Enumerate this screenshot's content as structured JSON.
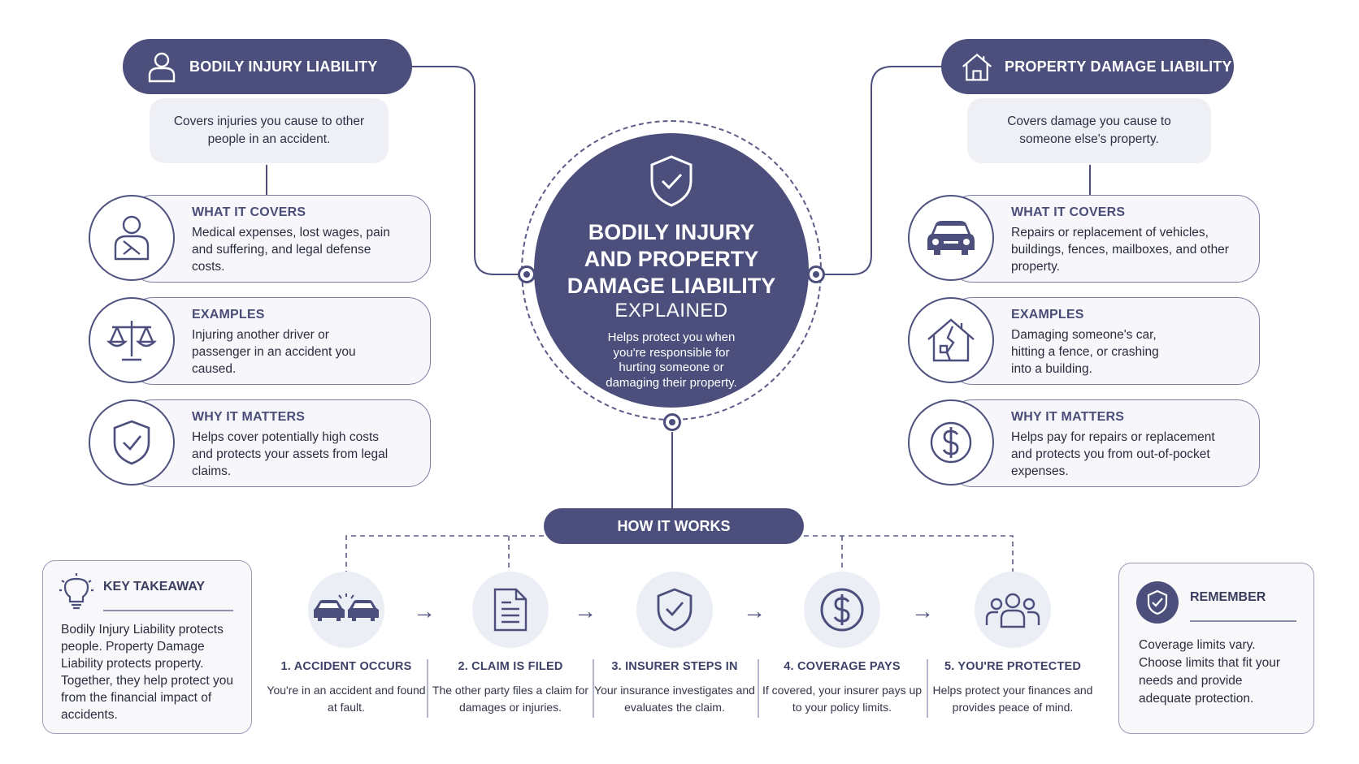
{
  "center": {
    "title_lines": [
      "BODILY INJURY",
      "AND PROPERTY",
      "DAMAGE LIABILITY"
    ],
    "subtitle": "EXPLAINED",
    "description": "Helps protect you when you're responsible for hurting someone or damaging their property.",
    "icon": "shield-check-icon"
  },
  "bodily": {
    "title": "BODILY INJURY LIABILITY",
    "icon": "person-icon",
    "description": "Covers injuries you cause to other people in an accident.",
    "cards": [
      {
        "title": "WHAT IT COVERS",
        "body": "Medical expenses, lost wages, pain and suffering, and legal defense costs.",
        "icon": "injured-person-icon"
      },
      {
        "title": "EXAMPLES",
        "body": "Injuring another driver or passenger in an accident you caused.",
        "icon": "scales-icon"
      },
      {
        "title": "WHY IT MATTERS",
        "body": "Helps cover potentially high costs and protects your assets from legal claims.",
        "icon": "shield-check-icon"
      }
    ]
  },
  "property": {
    "title": "PROPERTY DAMAGE LIABILITY",
    "icon": "house-icon",
    "description": "Covers damage you cause to someone else's property.",
    "cards": [
      {
        "title": "WHAT IT COVERS",
        "body": "Repairs or replacement of vehicles, buildings, fences, mailboxes, and other property.",
        "icon": "car-icon"
      },
      {
        "title": "EXAMPLES",
        "body": "Damaging someone's car, hitting a fence, or crashing into a building.",
        "icon": "damaged-house-icon"
      },
      {
        "title": "WHY IT MATTERS",
        "body": "Helps pay for repairs or replacement and protects you from out-of-pocket expenses.",
        "icon": "dollar-icon"
      }
    ]
  },
  "how": {
    "title": "HOW IT WORKS",
    "steps": [
      {
        "title": "1. ACCIDENT OCCURS",
        "desc": "You're in an accident and found at fault.",
        "icon": "cars-collision-icon"
      },
      {
        "title": "2. CLAIM IS FILED",
        "desc": "The other party files a claim for damages or injuries.",
        "icon": "document-icon"
      },
      {
        "title": "3. INSURER STEPS IN",
        "desc": "Your insurance investigates and evaluates the claim.",
        "icon": "shield-check-icon"
      },
      {
        "title": "4. COVERAGE PAYS",
        "desc": "If covered, your insurer pays up to your policy limits.",
        "icon": "dollar-icon"
      },
      {
        "title": "5. YOU'RE PROTECTED",
        "desc": "Helps protect your finances and provides peace of mind.",
        "icon": "people-group-icon"
      }
    ]
  },
  "takeaway": {
    "title": "KEY TAKEAWAY",
    "body": "Bodily Injury Liability protects people. Property Damage Liability protects property. Together, they help protect you from the financial impact of accidents.",
    "icon": "lightbulb-icon"
  },
  "remember": {
    "title": "REMEMBER",
    "body": "Coverage limits vary. Choose limits that fit your needs and provide adequate protection.",
    "icon": "shield-check-icon"
  },
  "colors": {
    "primary": "#4c4f7c",
    "light_fill": "#eff0f6",
    "border": "#7a7ca0"
  }
}
